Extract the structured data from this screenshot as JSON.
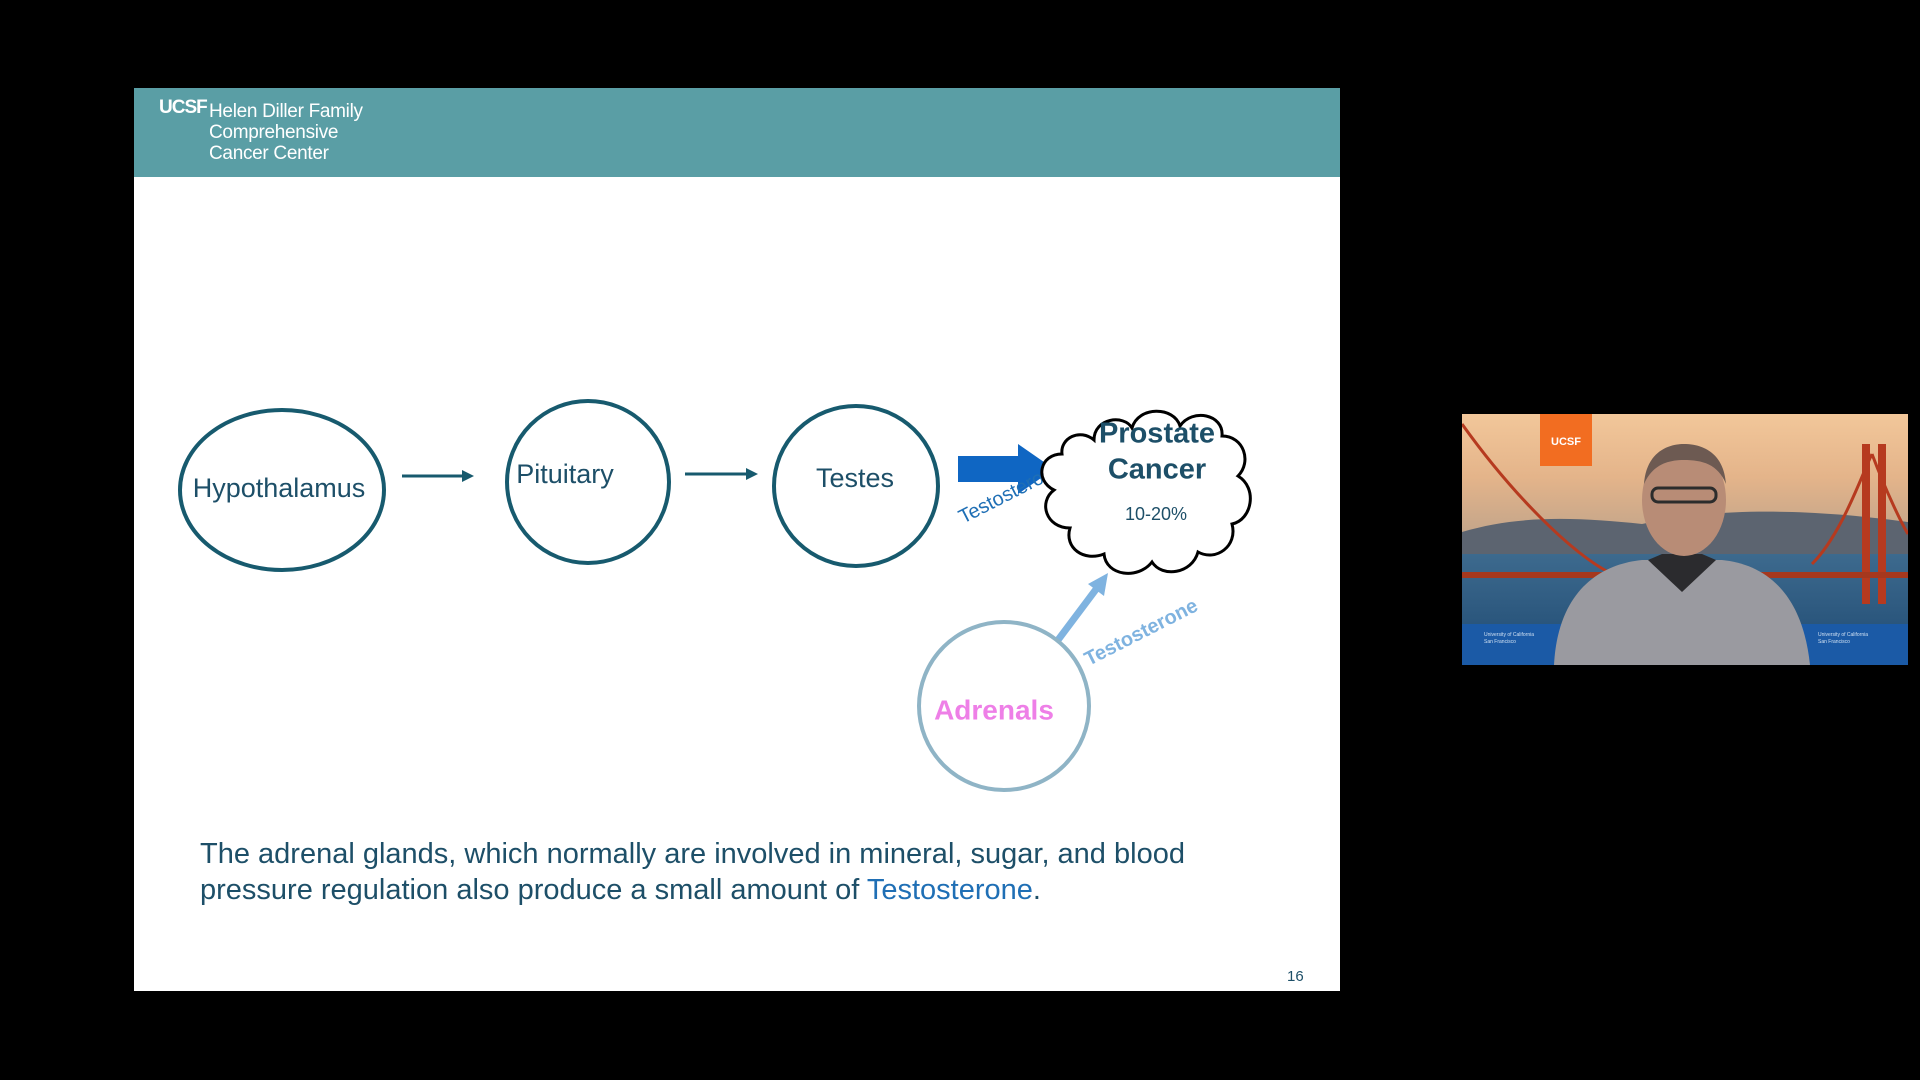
{
  "header": {
    "logo_mark": "UCSF",
    "org_lines": [
      "Helen Diller Family",
      "Comprehensive",
      "Cancer Center"
    ]
  },
  "diagram": {
    "nodes": {
      "hypothalamus": "Hypothalamus",
      "pituitary": "Pituitary",
      "testes": "Testes",
      "adrenals": "Adrenals",
      "prostate_line1": "Prostate",
      "prostate_line2": "Cancer",
      "prostate_pct": "10-20%"
    },
    "edges": {
      "testes_label": "Testosterone",
      "adrenals_label": "Testosterone"
    }
  },
  "caption": {
    "main": "The adrenal glands, which normally are involved in mineral, sugar, and blood pressure regulation also produce a small amount of ",
    "highlight": "Testosterone",
    "end": "."
  },
  "page_number": "16",
  "video_tile": {
    "badge": "UCSF",
    "banner_left_line1": "University of California",
    "banner_left_line2": "San Francisco",
    "banner_right_line1": "University of California",
    "banner_right_line2": "San Francisco"
  },
  "colors": {
    "header_bg": "#5a9ea5",
    "circle_stroke": "#175a6e",
    "adrenals_stroke": "#8fb4c6",
    "adrenals_text": "#ee7fe7",
    "arrow_blue": "#0f66c3",
    "arrow_light": "#7fb3e0",
    "text_dark": "#1d4f68"
  }
}
